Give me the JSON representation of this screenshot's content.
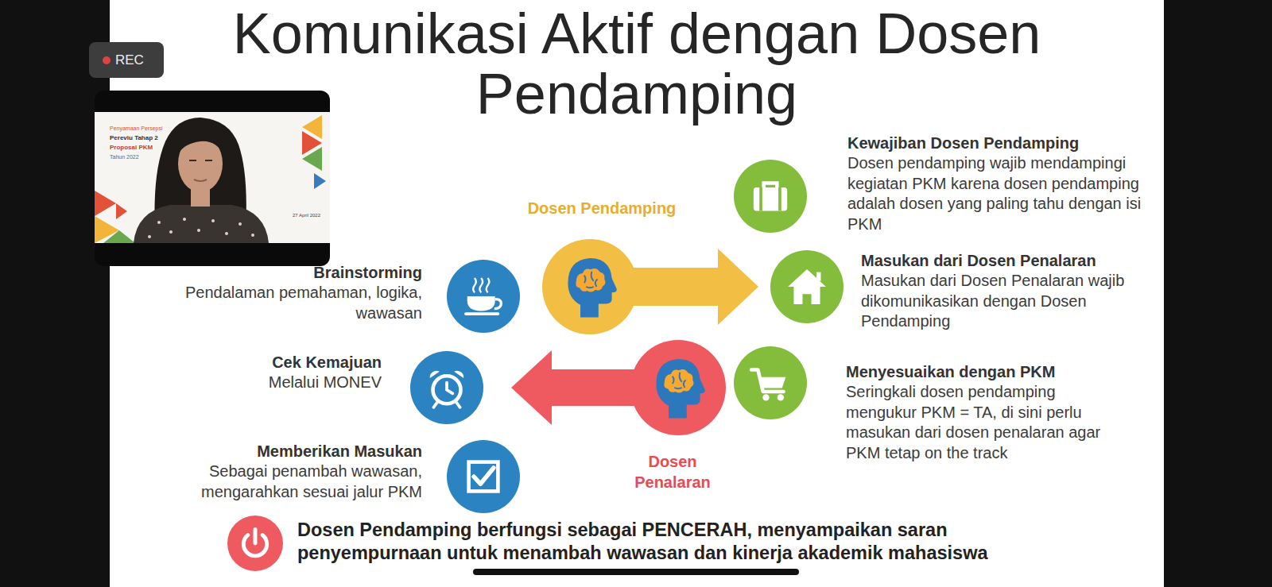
{
  "diagram": {
    "title": "Komunikasi Aktif dengan Dosen Pendamping",
    "nodes": [
      {
        "text": [
          "Dosen Pendamping"
        ]
      },
      {
        "text": [
          "Kewajiban Dosen Pendamping",
          "Dosen pendamping wajib mendampingi kegiatan PKM karena dosen pendamping adalah dosen yang paling tahu dengan isi PKM"
        ]
      },
      {
        "text": [
          "Brainstorming",
          "Pendalaman pemahaman, logika, wawasan"
        ]
      },
      {
        "text": [
          "Masukan dari Dosen Penalaran",
          "Masukan dari Dosen Penalaran wajib dikomunikasikan dengan Dosen Pendamping"
        ]
      },
      {
        "text": [
          "Cek Kemajuan",
          "Melalui MONEV"
        ]
      },
      {
        "text": [
          "Dosen Penalaran"
        ]
      },
      {
        "text": [
          "Menyesuaikan dengan PKM",
          "Seringkali dosen pendamping mengukur PKM = TA, di sini perlu masukan dari dosen penalaran agar PKM tetap on the track"
        ]
      },
      {
        "text": [
          "Memberikan Masukan",
          "Sebagai penambah wawasan, mengarahkan sesuai jalur PKM"
        ]
      },
      {
        "text": [
          "Dosen Pendamping berfungsi sebagai PENCERAH, menyampaikan saran penyempurnaan untuk menambah wawasan dan kinerja akademik mahasiswa"
        ]
      }
    ],
    "labels": [
      "REC",
      "Penyamaan Persepsi",
      "Pereviu Tahap 2",
      "Proposal PKM",
      "Tahun 2022",
      "27 April 2022"
    ]
  }
}
